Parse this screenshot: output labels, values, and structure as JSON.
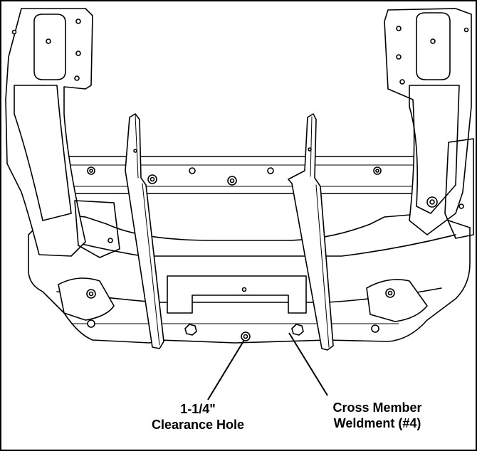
{
  "callouts": {
    "clearance_hole": {
      "line1": "1-1/4\"",
      "line2": "Clearance Hole"
    },
    "cross_member": {
      "line1": "Cross Member",
      "line2": "Weldment (#4)"
    }
  },
  "colors": {
    "stroke": "#000000",
    "background": "#ffffff",
    "fill": "#ffffff"
  }
}
